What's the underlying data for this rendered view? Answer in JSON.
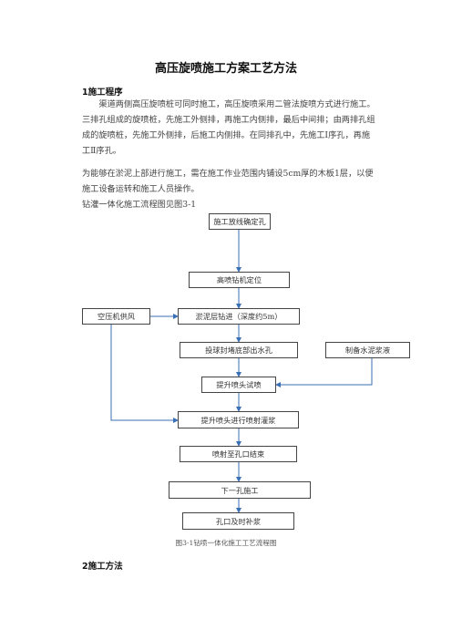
{
  "doc": {
    "title": "高压旋喷施工方案工艺方法",
    "section1": {
      "heading": "1施工程序",
      "para1": "渠道两侧高压旋喷桩可同时施工，高压旋喷采用二管法旋喷方式进行施工。三排孔组成的旋喷桩，先施工外侧排，再施工内侧排，最后中间排；由两排孔组成的旋喷桩，先施工外侧排，后施工内侧排。在同排孔中，先施工Ⅰ序孔，再施工Ⅱ序孔。",
      "para2": "为能够在淤泥上部进行施工，需在施工作业范围内铺设5cm厚的木板1层，以便施工设备运转和施工人员操作。",
      "para3": "钻灌一体化施工流程图见图3-1"
    },
    "flowchart": {
      "steps": [
        "施工放线确定孔",
        "高喷钻机定位",
        "淤泥层钻进（深度约5m）",
        "投球封堵底部出水孔",
        "提升喷头试喷",
        "提升喷头进行喷射灌浆",
        "喷射至孔口结束",
        "下一孔施工",
        "孔口及时补浆"
      ],
      "left_box": "空压机供风",
      "right_box": "制备水泥浆液",
      "caption": "图3-1钻喷一体化施工工艺流程图"
    },
    "section2": {
      "heading": "2施工方法"
    }
  }
}
